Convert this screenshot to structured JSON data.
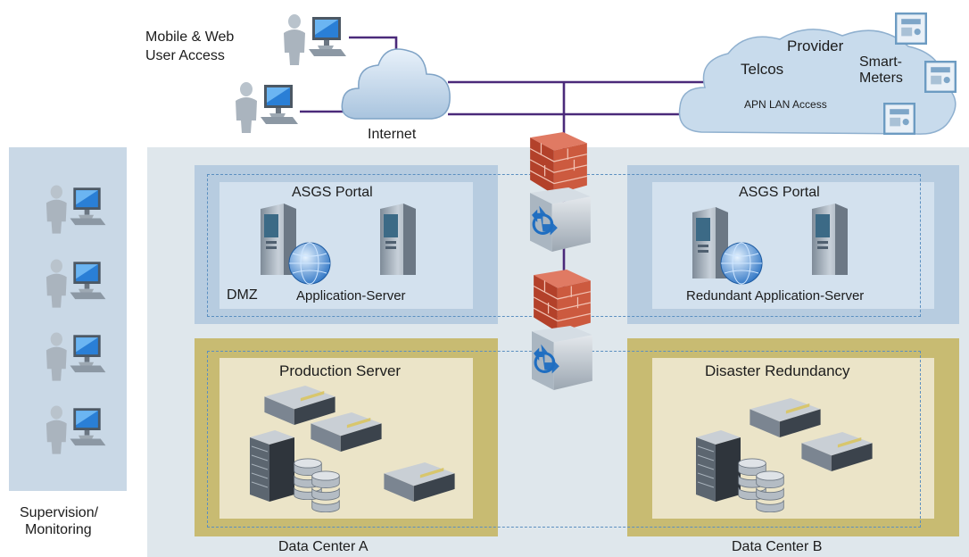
{
  "top": {
    "user_access_label": [
      "Mobile & Web",
      "User Access"
    ],
    "internet_label": "Internet",
    "provider_label": "Provider",
    "telcos_label": "Telcos",
    "smart_meters_label": [
      "Smart-",
      "Meters"
    ],
    "apn_label": "APN LAN Access"
  },
  "supervision": {
    "label": [
      "Supervision/",
      "Monitoring"
    ]
  },
  "dmz": {
    "left_title": "ASGS Portal",
    "right_title": "ASGS Portal",
    "dmz_label": "DMZ",
    "left_server_label": "Application-Server",
    "right_server_label": "Redundant Application-Server"
  },
  "data_centers": {
    "production_title": "Production Server",
    "disaster_title": "Disaster Redundancy",
    "dc_a_label": "Data Center A",
    "dc_b_label": "Data Center B"
  },
  "colors": {
    "line_purple": "#4b2a7a",
    "dash_blue": "#5b8fc0",
    "firewall_red": "#c8482f",
    "dmz_blue": "#b7cce0",
    "dc_olive": "#c8bb72"
  }
}
